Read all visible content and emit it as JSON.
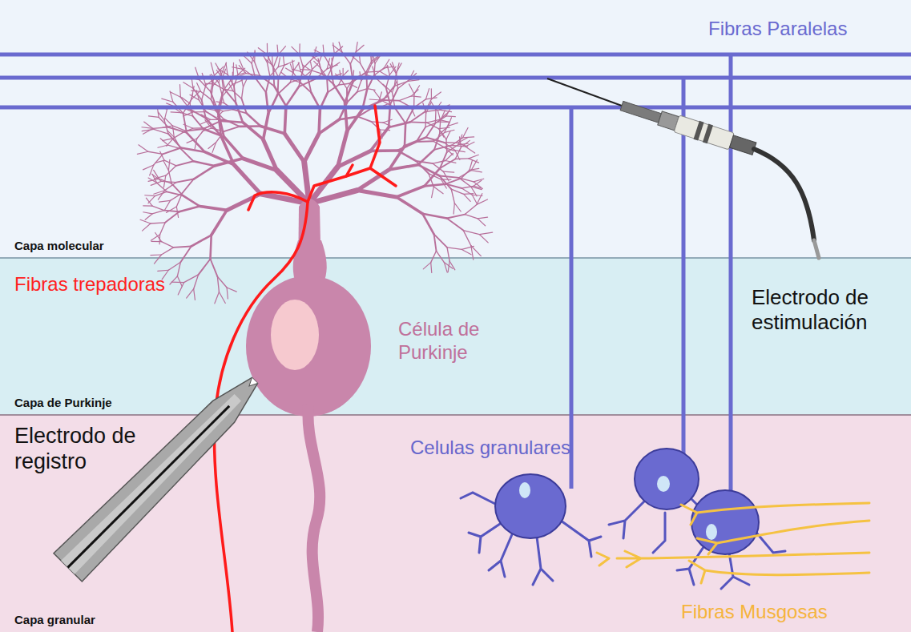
{
  "diagram": {
    "nodes": [
      {
        "text": [
          "Capa molecular"
        ]
      },
      {
        "text": [
          "Capa de Purkinje"
        ]
      },
      {
        "text": [
          "Capa granular"
        ]
      }
    ],
    "labels": [
      "Fibras Paralelas",
      "Fibras trepadoras",
      "Célula de Purkinje",
      "Electrodo de registro",
      "Electrodo de estimulación",
      "Celulas granulares",
      "Fibras Musgosas"
    ]
  }
}
